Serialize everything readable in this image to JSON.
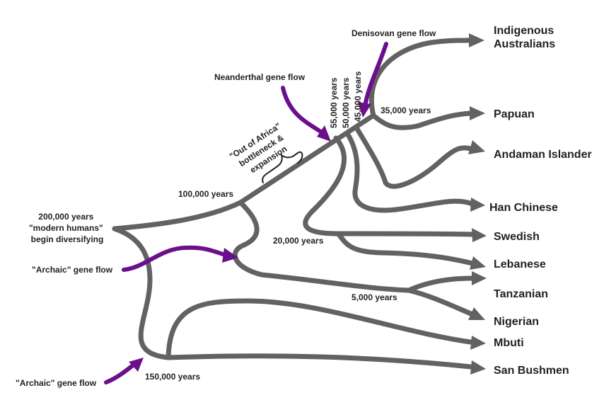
{
  "populations": [
    {
      "id": "indigenous_australians",
      "lines": [
        "Indigenous",
        "Australians"
      ]
    },
    {
      "id": "papuan",
      "lines": [
        "Papuan"
      ]
    },
    {
      "id": "andaman_islander",
      "lines": [
        "Andaman Islander"
      ]
    },
    {
      "id": "han_chinese",
      "lines": [
        "Han Chinese"
      ]
    },
    {
      "id": "swedish",
      "lines": [
        "Swedish"
      ]
    },
    {
      "id": "lebanese",
      "lines": [
        "Lebanese"
      ]
    },
    {
      "id": "tanzanian",
      "lines": [
        "Tanzanian"
      ]
    },
    {
      "id": "nigerian",
      "lines": [
        "Nigerian"
      ]
    },
    {
      "id": "mbuti",
      "lines": [
        "Mbuti"
      ]
    },
    {
      "id": "san_bushmen",
      "lines": [
        "San Bushmen"
      ]
    }
  ],
  "timepoints": {
    "root": [
      "200,000 years",
      "\"modern humans\"",
      "begin diversifying"
    ],
    "t150k": "150,000 years",
    "t100k": "100,000 years",
    "t55k": "55,000 years",
    "t50k": "50,000 years",
    "t45k": "45,000 years",
    "t35k": "35,000 years",
    "t20k": "20,000 years",
    "t5k": "5,000 years"
  },
  "annotations": {
    "bottleneck": [
      "\"Out of Africa\"",
      "bottleneck &",
      "expansion"
    ]
  },
  "gene_flows": {
    "denisovan": "Denisovan gene flow",
    "neanderthal": "Neanderthal gene flow",
    "archaic_upper": "\"Archaic\" gene flow",
    "archaic_lower": "\"Archaic\" gene flow"
  },
  "colors": {
    "branch": "#626262",
    "gene_flow": "#6b0f8c",
    "text": "#222222"
  }
}
